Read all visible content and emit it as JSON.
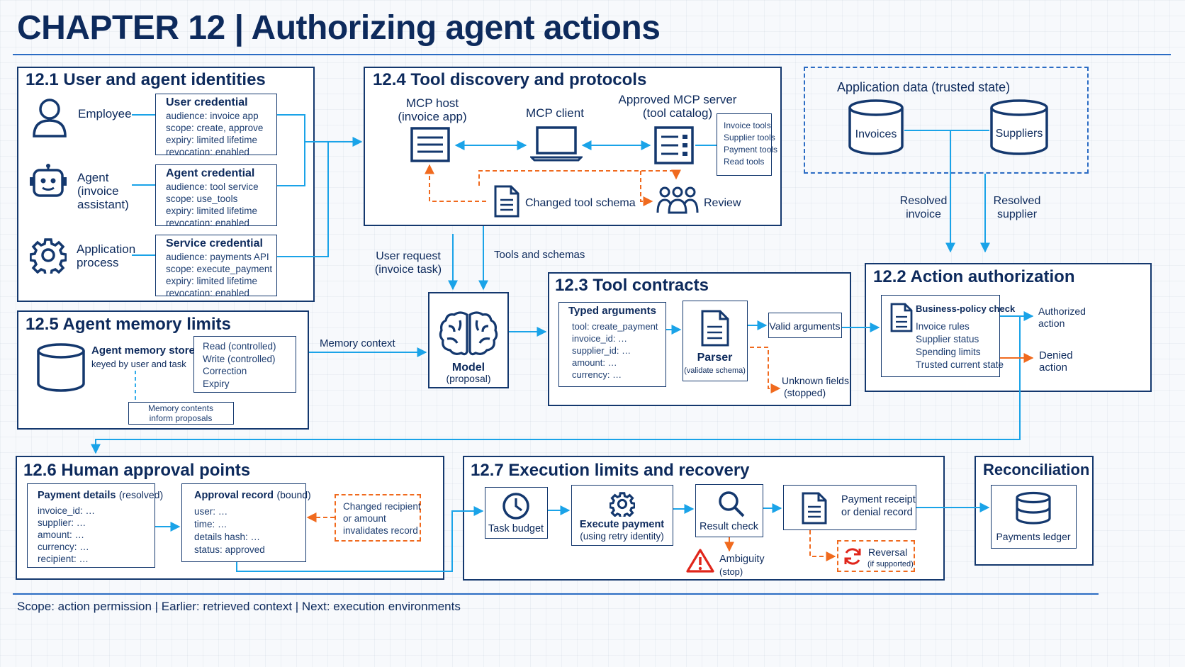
{
  "header": {
    "title": "CHAPTER 12 | Authorizing agent actions"
  },
  "footer": {
    "text": "Scope: action permission | Earlier: retrieved context | Next: execution environments"
  },
  "s121": {
    "title": "12.1  User and agent identities",
    "actors": [
      "Employee",
      "Agent (invoice assistant)",
      "Application process"
    ],
    "employee": "Employee",
    "agent_1": "Agent",
    "agent_2": "(invoice",
    "agent_3": "assistant)",
    "app_1": "Application",
    "app_2": "process",
    "creds": [
      {
        "title": "User credential",
        "lines": [
          "audience: invoice app",
          "scope: create, approve",
          "expiry: limited lifetime",
          "revocation: enabled"
        ]
      },
      {
        "title": "Agent credential",
        "lines": [
          "audience: tool service",
          "scope: use_tools",
          "expiry: limited lifetime",
          "revocation: enabled"
        ]
      },
      {
        "title": "Service credential",
        "lines": [
          "audience: payments API",
          "scope: execute_payment",
          "expiry: limited lifetime",
          "revocation: enabled"
        ]
      }
    ]
  },
  "s124": {
    "title": "12.4  Tool discovery and protocols",
    "host_1": "MCP host",
    "host_2": "(invoice app)",
    "client": "MCP client",
    "server_1": "Approved MCP server",
    "server_2": "(tool catalog)",
    "catalog": [
      "Invoice tools",
      "Supplier tools",
      "Payment tools",
      "Read tools"
    ],
    "changed_schema": "Changed tool schema",
    "review": "Review"
  },
  "appdata": {
    "title": "Application data  (trusted state)",
    "invoices": "Invoices",
    "suppliers": "Suppliers",
    "resolved_invoice_1": "Resolved",
    "resolved_invoice_2": "invoice",
    "resolved_supplier_1": "Resolved",
    "resolved_supplier_2": "supplier"
  },
  "flow": {
    "user_request_1": "User request",
    "user_request_2": "(invoice task)",
    "tools_schemas": "Tools and schemas",
    "memory_context": "Memory context"
  },
  "model": {
    "label": "Model",
    "sub": "(proposal)"
  },
  "s123": {
    "title": "12.3  Tool contracts",
    "typed_title": "Typed arguments",
    "typed_lines": [
      "tool: create_payment",
      "invoice_id: …",
      "supplier_id: …",
      "amount: …",
      "currency: …"
    ],
    "parser": "Parser",
    "parser_sub": "(validate schema)",
    "valid": "Valid arguments",
    "unknown_1": "Unknown fields",
    "unknown_2": "(stopped)"
  },
  "s122": {
    "title": "12.2  Action authorization",
    "check_title": "Business-policy check",
    "check_lines": [
      "Invoice rules",
      "Supplier status",
      "Spending limits",
      "Trusted current state"
    ],
    "authorized_1": "Authorized",
    "authorized_2": "action",
    "denied_1": "Denied",
    "denied_2": "action"
  },
  "s125": {
    "title": "12.5  Agent memory limits",
    "store_title": "Agent memory store",
    "store_sub": "keyed by user and task",
    "ops": [
      "Read (controlled)",
      "Write (controlled)",
      "Correction",
      "Expiry"
    ],
    "contents_1": "Memory contents",
    "contents_2": "inform proposals"
  },
  "s126": {
    "title": "12.6  Human approval points",
    "details_title": "Payment details",
    "details_tag": "(resolved)",
    "details_lines": [
      "invoice_id: …",
      "supplier: …",
      "amount: …",
      "currency: …",
      "recipient: …"
    ],
    "record_title": "Approval record",
    "record_tag": "(bound)",
    "record_lines": [
      "user: …",
      "time: …",
      "details hash: …",
      "status: approved"
    ],
    "change_lines": [
      "Changed recipient",
      "or amount",
      "invalidates record"
    ]
  },
  "s127": {
    "title": "12.7  Execution limits and recovery",
    "budget": "Task budget",
    "execute": "Execute payment",
    "execute_sub": "(using retry identity)",
    "result": "Result check",
    "ambiguity": "Ambiguity",
    "ambiguity_sub": "(stop)",
    "receipt_1": "Payment receipt",
    "receipt_2": "or denial record",
    "reversal": "Reversal",
    "reversal_sub": "(if supported)"
  },
  "recon": {
    "title": "Reconciliation",
    "ledger": "Payments ledger"
  },
  "colors": {
    "navy": "#0d2a5c",
    "flow_blue": "#1aa3e8",
    "orange": "#f06a1e",
    "warning_red": "#e0261b"
  },
  "icons": [
    "person-icon",
    "robot-icon",
    "gear-icon",
    "document-list-icon",
    "laptop-icon",
    "server-icon",
    "document-icon",
    "group-icon",
    "database-icon",
    "brain-icon",
    "clock-icon",
    "magnifier-icon",
    "warning-icon",
    "refresh-icon"
  ]
}
